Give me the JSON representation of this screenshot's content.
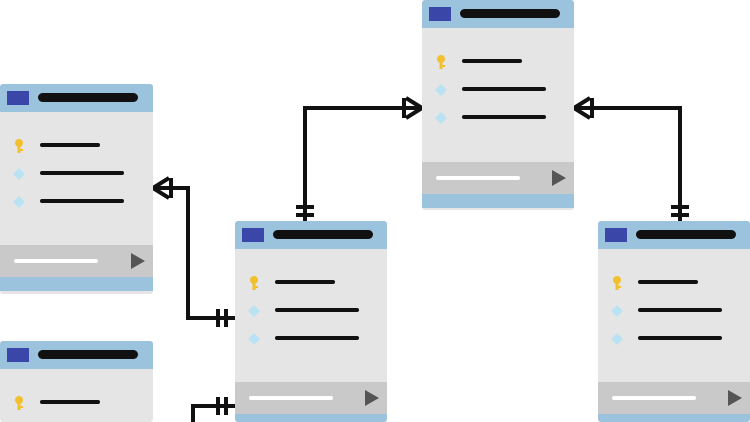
{
  "diagram": {
    "kind": "entity-relationship",
    "tables": [
      {
        "id": "table-top-center",
        "rows": [
          {
            "icon": "key-icon"
          },
          {
            "icon": "diamond-icon"
          },
          {
            "icon": "diamond-icon"
          }
        ]
      },
      {
        "id": "table-left-upper",
        "rows": [
          {
            "icon": "key-icon"
          },
          {
            "icon": "diamond-icon"
          },
          {
            "icon": "diamond-icon"
          }
        ]
      },
      {
        "id": "table-center",
        "rows": [
          {
            "icon": "key-icon"
          },
          {
            "icon": "diamond-icon"
          },
          {
            "icon": "diamond-icon"
          }
        ]
      },
      {
        "id": "table-right",
        "rows": [
          {
            "icon": "key-icon"
          },
          {
            "icon": "diamond-icon"
          },
          {
            "icon": "diamond-icon"
          }
        ]
      },
      {
        "id": "table-left-lower",
        "rows": [
          {
            "icon": "key-icon"
          }
        ]
      }
    ],
    "relationships": [
      {
        "from": "table-center",
        "to": "table-top-center",
        "from_end": "one",
        "to_end": "one-to-many"
      },
      {
        "from": "table-right",
        "to": "table-top-center",
        "from_end": "one",
        "to_end": "one-to-many"
      },
      {
        "from": "table-center",
        "to": "table-left-upper",
        "from_end": "one",
        "to_end": "one-to-many"
      },
      {
        "from": "table-center",
        "to": "table-left-lower",
        "from_end": "one",
        "to_end": "unknown"
      }
    ]
  },
  "colors": {
    "header": "#9cc3dd",
    "body": "#e5e5e5",
    "footer": "#c9c9c9",
    "header_swatch": "#3a47a8",
    "key": "#f2c02c",
    "diamond": "#b9e3f3",
    "line": "#111111"
  }
}
